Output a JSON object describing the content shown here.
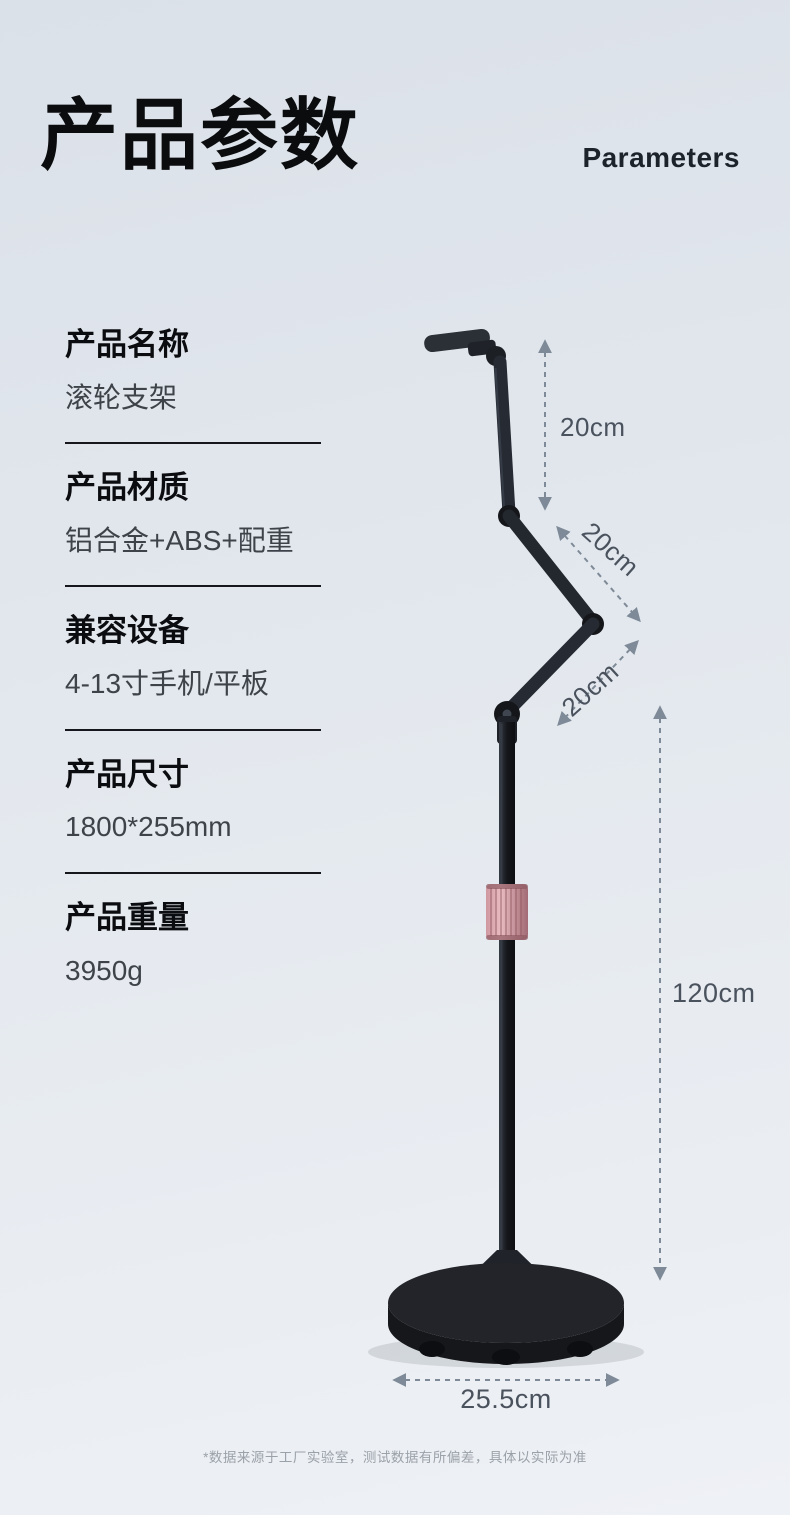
{
  "header": {
    "title": "产品参数",
    "subtitle": "Parameters"
  },
  "specs": [
    {
      "label": "产品名称",
      "value": "滚轮支架"
    },
    {
      "label": "产品材质",
      "value": "铝合金+ABS+配重"
    },
    {
      "label": "兼容设备",
      "value": "4-13寸手机/平板"
    },
    {
      "label": "产品尺寸",
      "value": "1800*255mm"
    },
    {
      "label": "产品重量",
      "value": "3950g"
    }
  ],
  "dimensions": {
    "upper_arm": "20cm",
    "middle_arm": "20cm",
    "lower_arm": "20cm",
    "pole": "120cm",
    "base_diameter": "25.5cm"
  },
  "footnote": "*数据来源于工厂实验室，测试数据有所偏差，具体以实际为准",
  "colors": {
    "background_top": "#dbe1e9",
    "background_bottom": "#eef1f5",
    "text_primary": "#0b0c0f",
    "text_secondary": "#3e434a",
    "dimension_line": "#7e8a97",
    "grip_accent": "#cf97a0",
    "stand_dark": "#16171b"
  }
}
